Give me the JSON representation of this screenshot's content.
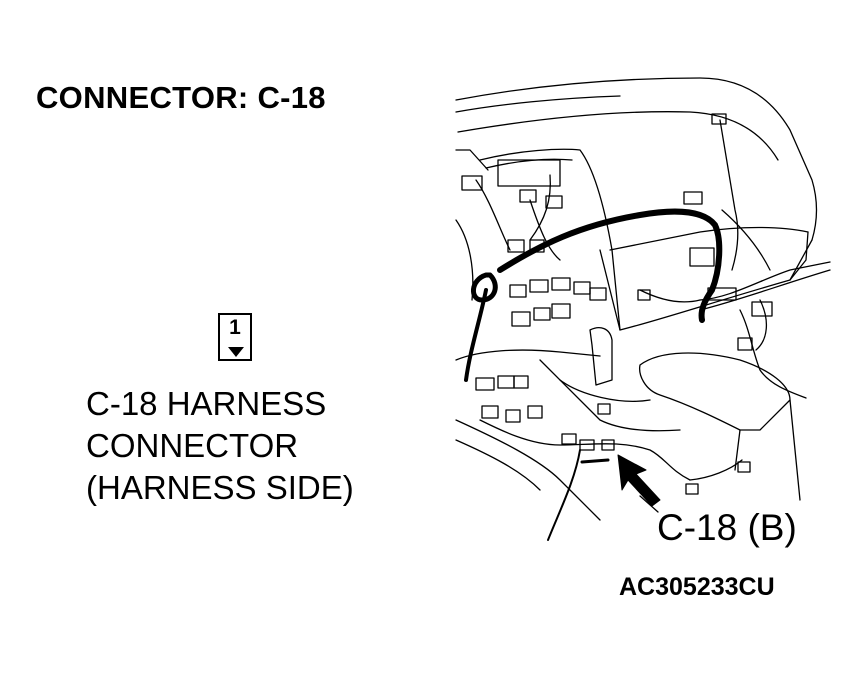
{
  "title": "CONNECTOR: C-18",
  "pin_box": {
    "number": "1"
  },
  "description": {
    "line1": "C-18 HARNESS",
    "line2": "CONNECTOR",
    "line3": "(HARNESS SIDE)"
  },
  "callout_label": "C-18 (B)",
  "figure_code": "AC305233CU"
}
